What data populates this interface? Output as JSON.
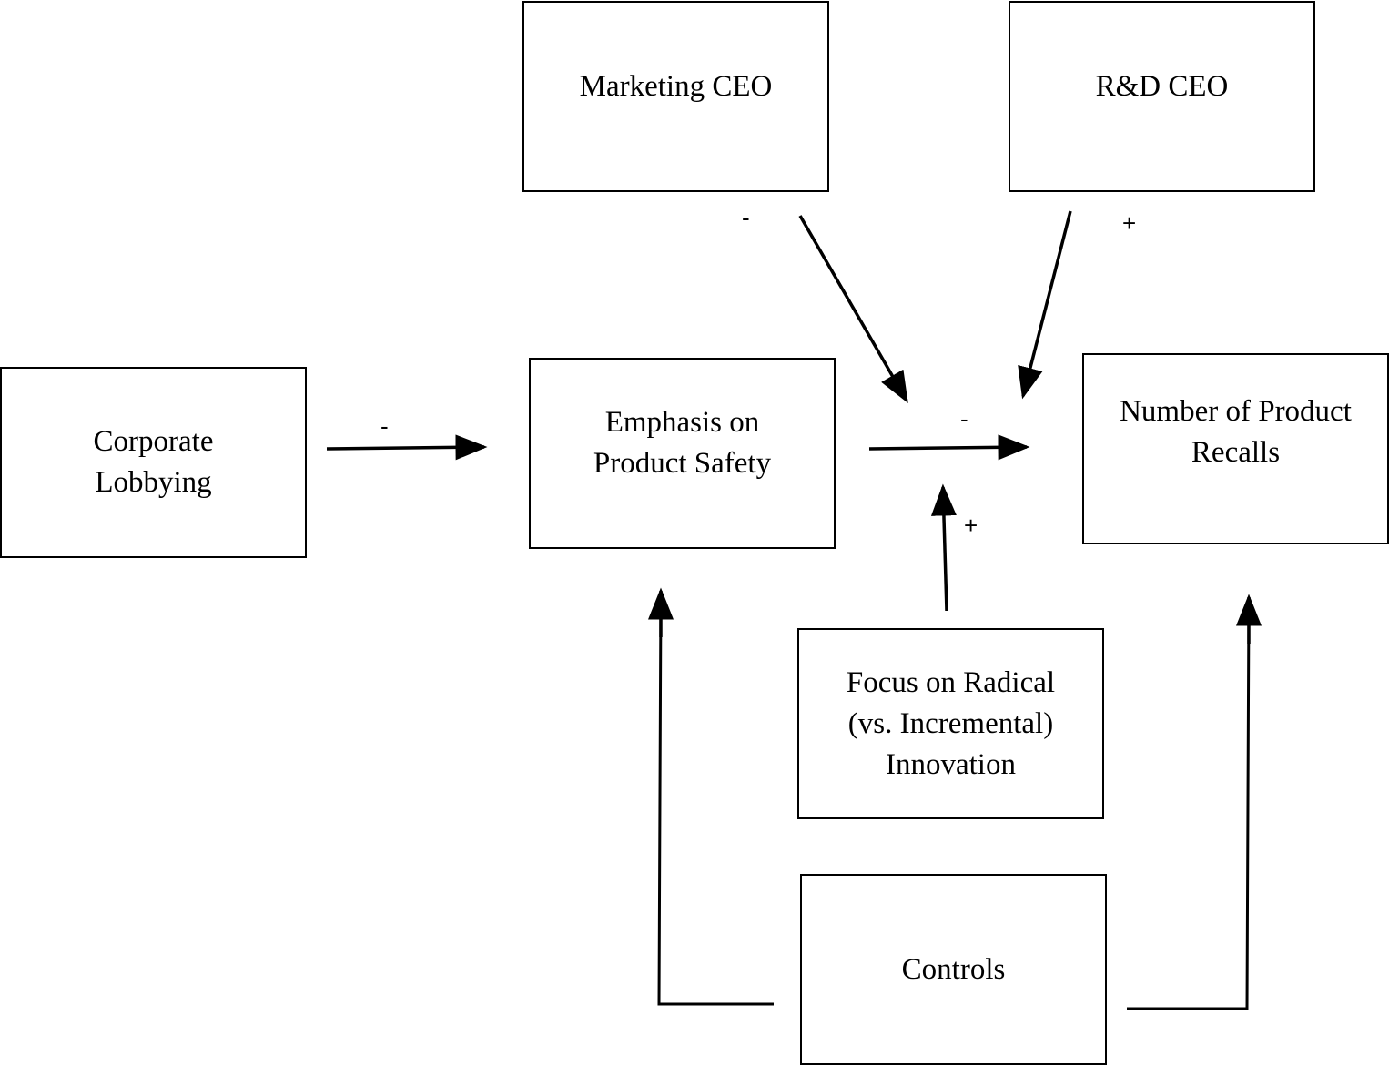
{
  "boxes": {
    "marketing_ceo": {
      "lines": [
        "Marketing CEO"
      ]
    },
    "rd_ceo": {
      "lines": [
        "R&D CEO"
      ]
    },
    "corporate_lobbying": {
      "lines": [
        "Corporate",
        "Lobbying"
      ]
    },
    "emphasis_safety": {
      "lines": [
        "Emphasis on",
        "Product Safety"
      ]
    },
    "product_recalls": {
      "lines": [
        "Number of Product",
        "Recalls"
      ]
    },
    "radical_innovation": {
      "lines": [
        "Focus on Radical",
        "(vs. Incremental)",
        "Innovation"
      ]
    },
    "controls": {
      "lines": [
        "Controls"
      ]
    }
  },
  "signs": {
    "lobbying_to_safety": "-",
    "safety_to_recalls": "-",
    "marketing_moderator": "-",
    "rd_moderator": "+",
    "innovation_moderator": "+"
  },
  "colors": {
    "stroke": "#000000",
    "background": "#ffffff"
  }
}
